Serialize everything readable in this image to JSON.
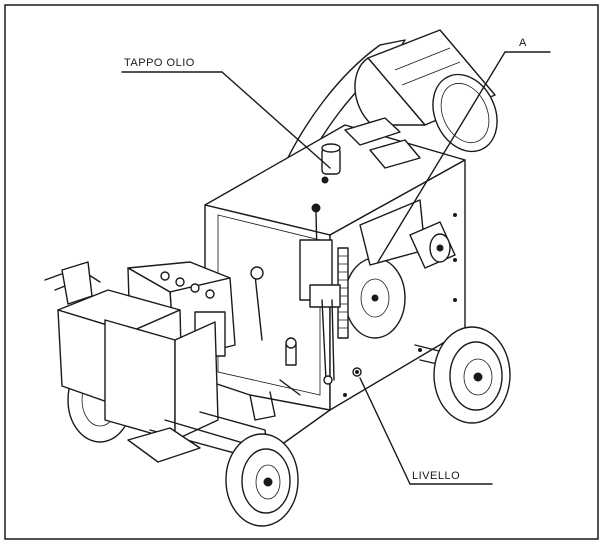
{
  "labels": {
    "oil_cap": "TAPPO OLIO",
    "part_a": "A",
    "level": "LIVELLO"
  },
  "colors": {
    "ink": "#1a1a1a",
    "paper": "#ffffff"
  }
}
